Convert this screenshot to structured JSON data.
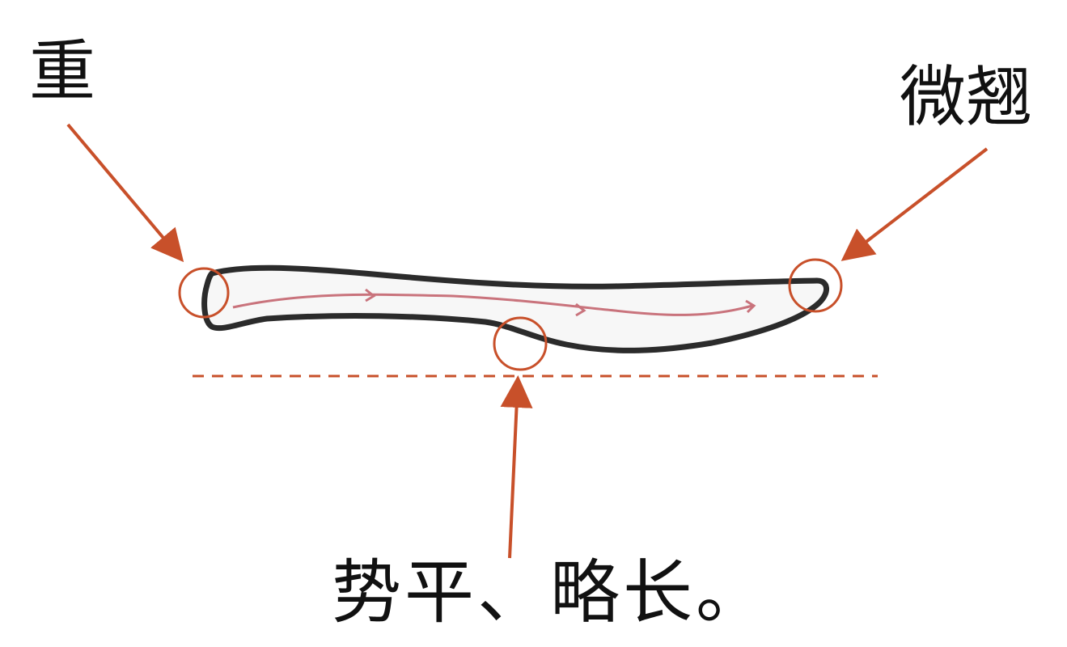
{
  "annotations": {
    "start": "重",
    "end": "微翘",
    "middle": "势平、略长。"
  },
  "colors": {
    "accent": "#c8502a",
    "stroke_outline": "#2b2b2b",
    "stroke_path": "#c9737c",
    "text": "#111111",
    "background": "#ffffff"
  }
}
